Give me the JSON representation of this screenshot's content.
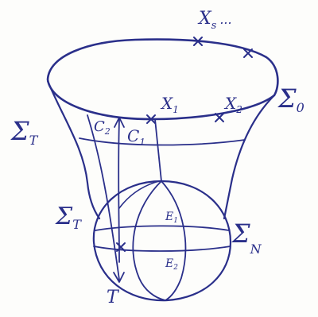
{
  "labels": {
    "xs": "X",
    "xs_sub": "s",
    "xs_dots": "...",
    "x1": "X",
    "x1_sub": "1",
    "x2": "X",
    "x2_sub": "2",
    "sigma0": "Σ",
    "sigma0_sub": "0",
    "sigmaT_upper": "Σ",
    "sigmaT_upper_sub": "T",
    "sigmaT_lower": "Σ",
    "sigmaT_lower_sub": "T",
    "sigmaN": "Σ",
    "sigmaN_sub": "N",
    "c1": "C",
    "c1_sub": "1",
    "c2": "C",
    "c2_sub": "2",
    "e1": "E",
    "e1_sub": "1",
    "e2": "E",
    "e2_sub": "2",
    "t": "T"
  },
  "colors": {
    "ink": "#2a2f8a",
    "paper": "#fdfdfb"
  }
}
